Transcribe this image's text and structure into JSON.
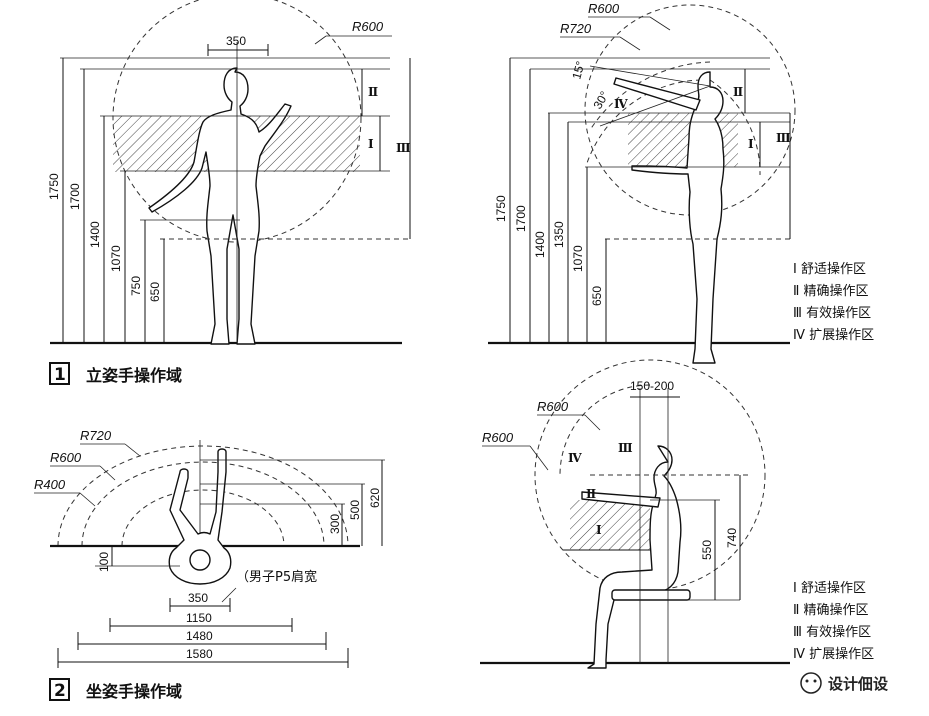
{
  "panels": {
    "standing_front": {
      "radius_label": "R600",
      "width_label": "350",
      "heights": [
        "1750",
        "1700",
        "1400",
        "1070",
        "750",
        "650"
      ],
      "zones": [
        "Ⅱ",
        "Ⅰ",
        "Ⅲ"
      ]
    },
    "standing_side": {
      "radius_outer": "R600",
      "radius_inner": "R720",
      "angle_15": "15°",
      "angle_30": "30°",
      "zone_iv": "Ⅳ",
      "heights": [
        "1750",
        "1700",
        "1400",
        "1350",
        "1070",
        "650"
      ],
      "zones": [
        "Ⅱ",
        "Ⅰ",
        "Ⅲ"
      ]
    },
    "seated_top": {
      "radii": [
        "R720",
        "R600",
        "R400"
      ],
      "right_dims": [
        "620",
        "500",
        "300"
      ],
      "left_dim": "100",
      "shoulder_note": "（男子P5肩宽",
      "widths": [
        "350",
        "1150",
        "1480",
        "1580"
      ]
    },
    "seated_side": {
      "top_dim": "150-200",
      "radii": [
        "R600",
        "R600"
      ],
      "zones": [
        "Ⅳ",
        "Ⅲ",
        "Ⅱ",
        "Ⅰ"
      ],
      "heights": [
        "550",
        "740"
      ]
    }
  },
  "legend_top": [
    {
      "num": "Ⅰ",
      "text": "舒适操作区"
    },
    {
      "num": "Ⅱ",
      "text": "精确操作区"
    },
    {
      "num": "Ⅲ",
      "text": "有效操作区"
    },
    {
      "num": "Ⅳ",
      "text": "扩展操作区"
    }
  ],
  "legend_bottom": [
    {
      "num": "Ⅰ",
      "text": "舒适操作区"
    },
    {
      "num": "Ⅱ",
      "text": "精确操作区"
    },
    {
      "num": "Ⅲ",
      "text": "有效操作区"
    },
    {
      "num": "Ⅳ",
      "text": "扩展操作区"
    }
  ],
  "captions": [
    {
      "num": "1",
      "text": "立姿手操作域"
    },
    {
      "num": "2",
      "text": "坐姿手操作域"
    }
  ],
  "watermark": "设计佃设"
}
